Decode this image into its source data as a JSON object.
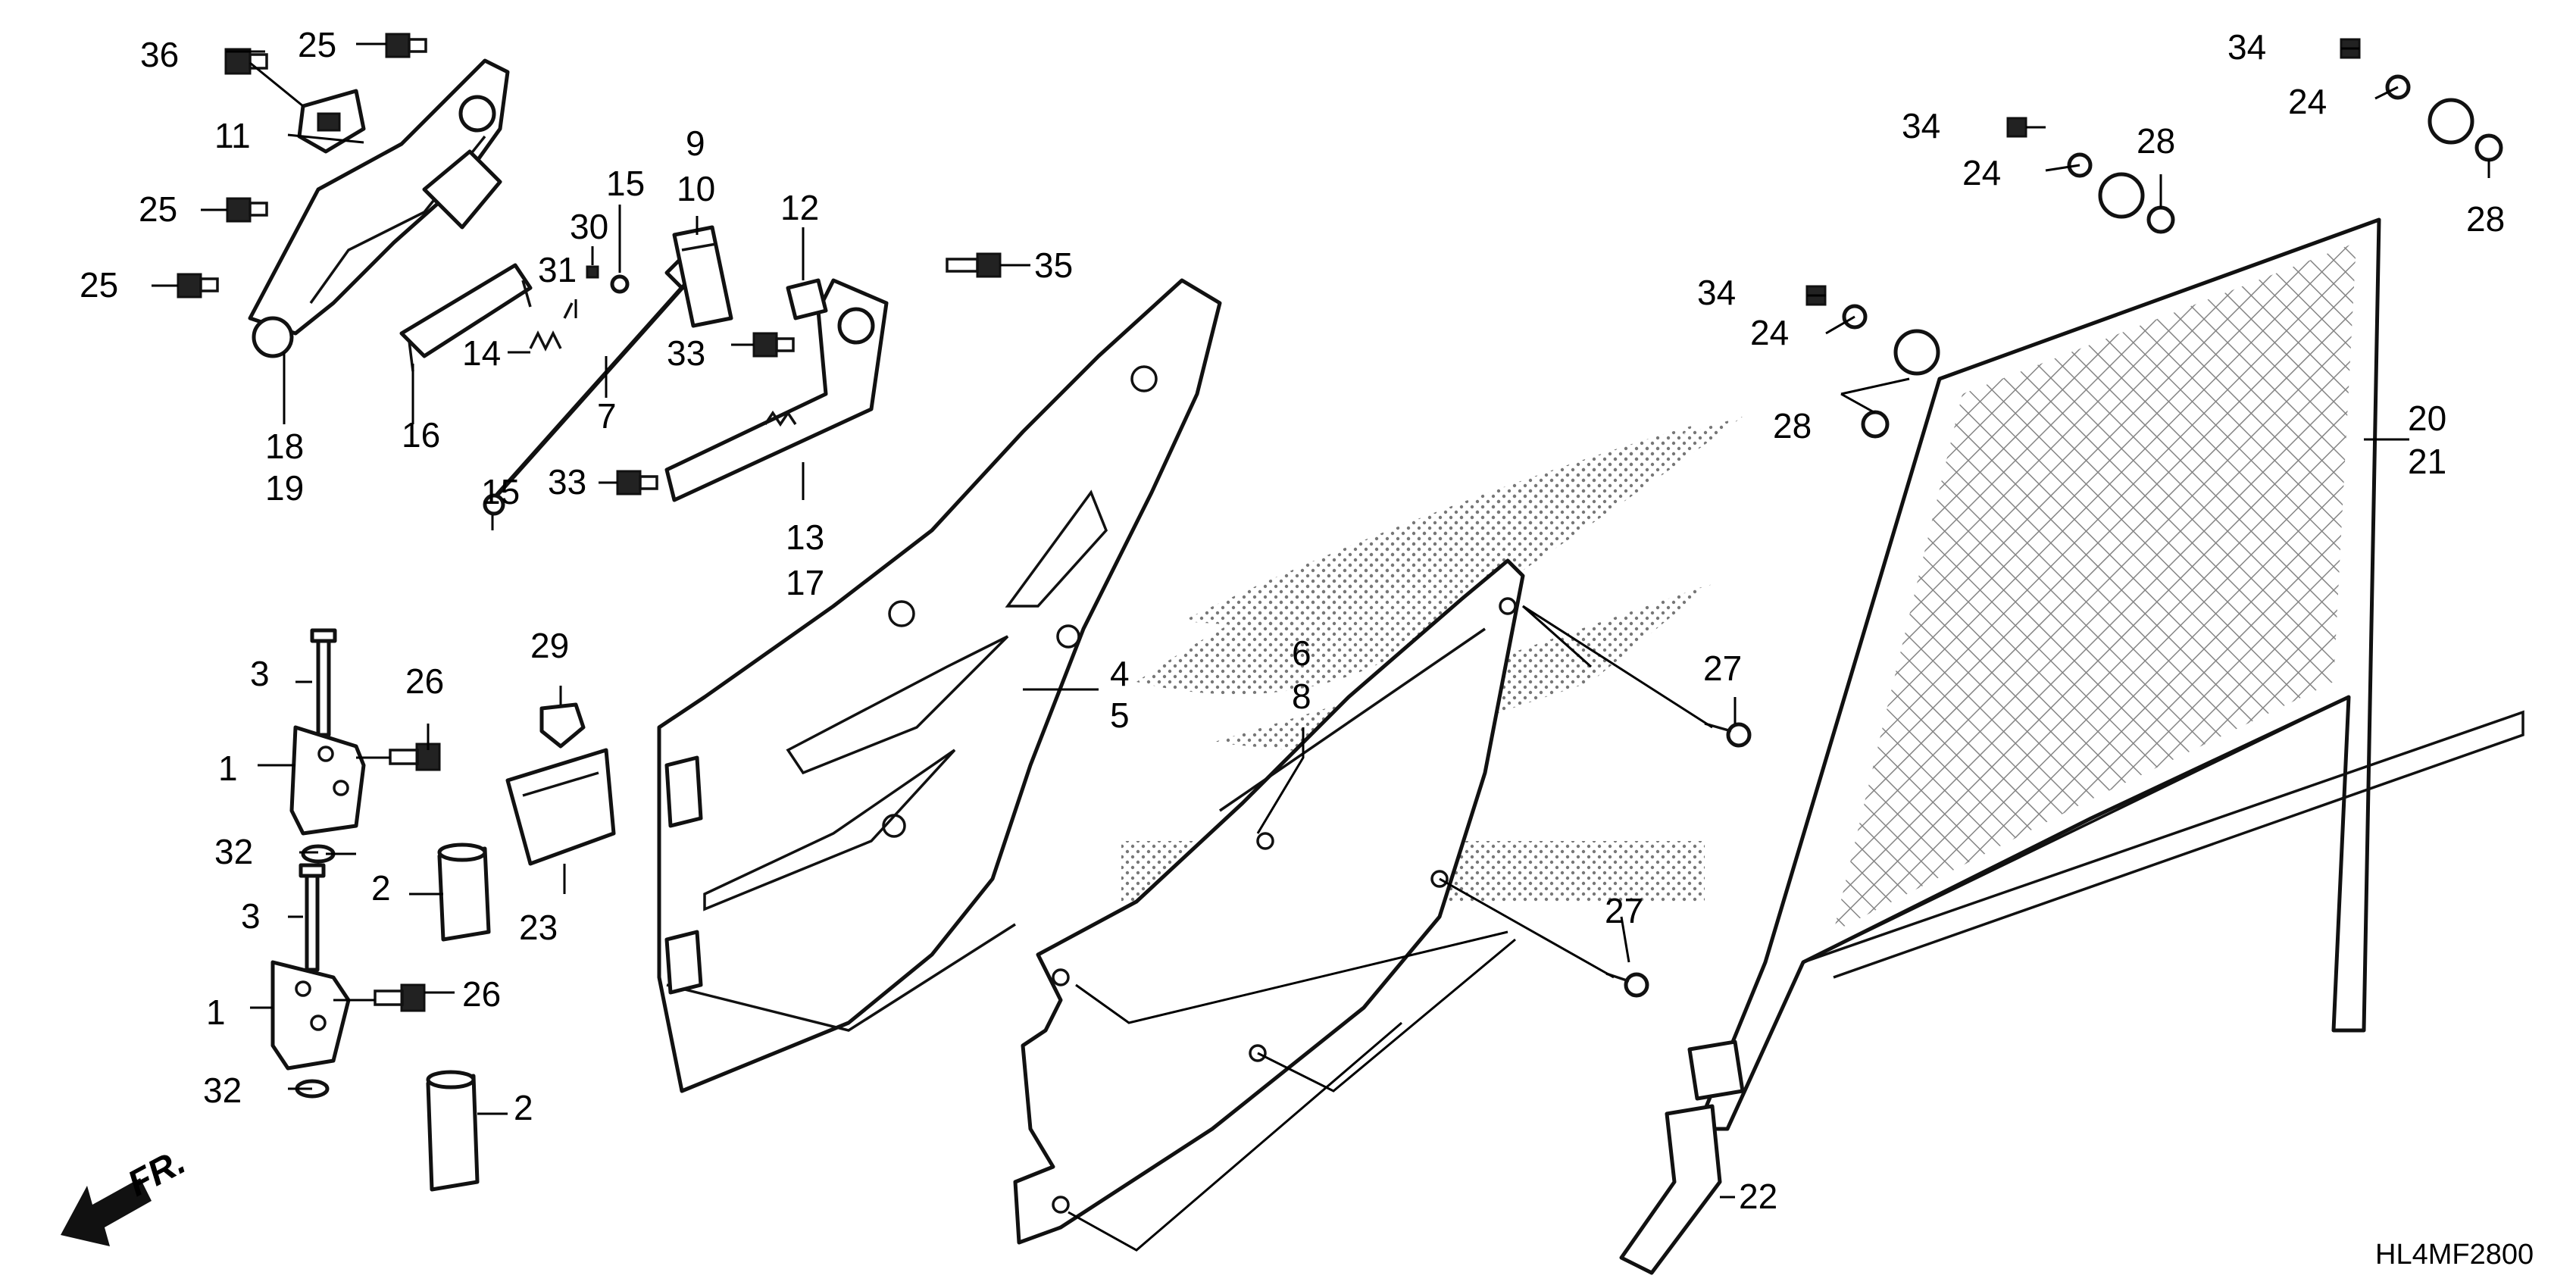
{
  "labels": {
    "n1a": "1",
    "n1b": "1",
    "n2a": "2",
    "n2b": "2",
    "n3a": "3",
    "n3b": "3",
    "n4": "4",
    "n5": "5",
    "n6": "6",
    "n7": "7",
    "n8": "8",
    "n9": "9",
    "n10": "10",
    "n11": "11",
    "n12": "12",
    "n13": "13",
    "n14": "14",
    "n15a": "15",
    "n15b": "15",
    "n16": "16",
    "n17": "17",
    "n18": "18",
    "n19": "19",
    "n20": "20",
    "n21": "21",
    "n22": "22",
    "n23": "23",
    "n24a": "24",
    "n24b": "24",
    "n24c": "24",
    "n25a": "25",
    "n25b": "25",
    "n25c": "25",
    "n26a": "26",
    "n26b": "26",
    "n27a": "27",
    "n27b": "27",
    "n28a": "28",
    "n28b": "28",
    "n28c": "28",
    "n29": "29",
    "n30": "30",
    "n31": "31",
    "n32a": "32",
    "n32b": "32",
    "n33a": "33",
    "n33b": "33",
    "n34a": "34",
    "n34b": "34",
    "n34c": "34",
    "n35": "35",
    "n36": "36"
  },
  "front_label": "FR.",
  "diagram_code": "HL4MF2800"
}
